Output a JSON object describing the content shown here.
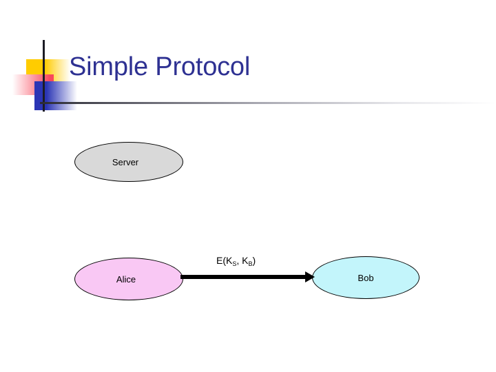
{
  "slide": {
    "title": "Simple Protocol",
    "background_color": "#ffffff",
    "title_color": "#2E3192"
  },
  "logo": {
    "yellow_color": "#FFCC00",
    "red_color": "#F9475B",
    "blue_color": "#2B35B5",
    "crosshair_color": "#1c1c24"
  },
  "diagram": {
    "nodes": [
      {
        "id": "server",
        "label": "Server",
        "shape": "ellipse",
        "fill": "#D9D9D9",
        "stroke": "#000000"
      },
      {
        "id": "alice",
        "label": "Alice",
        "shape": "ellipse",
        "fill": "#F9C8F4",
        "stroke": "#000000"
      },
      {
        "id": "bob",
        "label": "Bob",
        "shape": "ellipse",
        "fill": "#C3F5FB",
        "stroke": "#000000"
      }
    ],
    "edges": [
      {
        "id": "alice-to-bob",
        "from": "alice",
        "to": "bob",
        "direction": "right",
        "label_prefix": "E(K",
        "label_sub1": "S",
        "label_mid": ", K",
        "label_sub2": "B",
        "label_suffix": ")",
        "label_plain": "E(KS, KB)",
        "color": "#000000"
      }
    ]
  }
}
